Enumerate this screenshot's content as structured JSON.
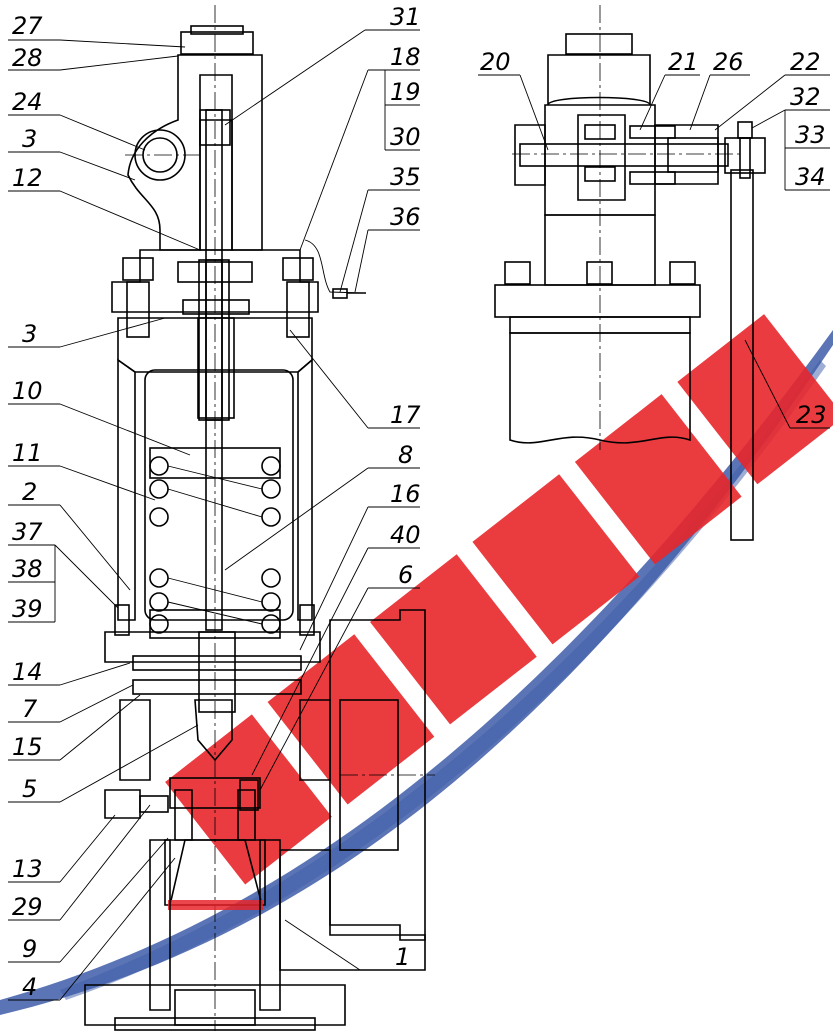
{
  "labels": {
    "l27": "27",
    "l28": "28",
    "l24": "24",
    "l3a": "3",
    "l12": "12",
    "l3b": "3",
    "l10": "10",
    "l11": "11",
    "l2": "2",
    "l37": "37",
    "l38": "38",
    "l39": "39",
    "l14": "14",
    "l7": "7",
    "l15": "15",
    "l5": "5",
    "l13": "13",
    "l29": "29",
    "l9": "9",
    "l4": "4",
    "l1": "1",
    "l31": "31",
    "l18": "18",
    "l19": "19",
    "l30": "30",
    "l35": "35",
    "l36": "36",
    "l17": "17",
    "l8": "8",
    "l16": "16",
    "l40": "40",
    "l6": "6",
    "l20": "20",
    "l21": "21",
    "l26": "26",
    "l22": "22",
    "l32": "32",
    "l33": "33",
    "l34": "34",
    "l23": "23"
  },
  "colors": {
    "watermark_red": "#e8262b",
    "watermark_blue": "#3d5ca8",
    "hatch": "#000000"
  }
}
